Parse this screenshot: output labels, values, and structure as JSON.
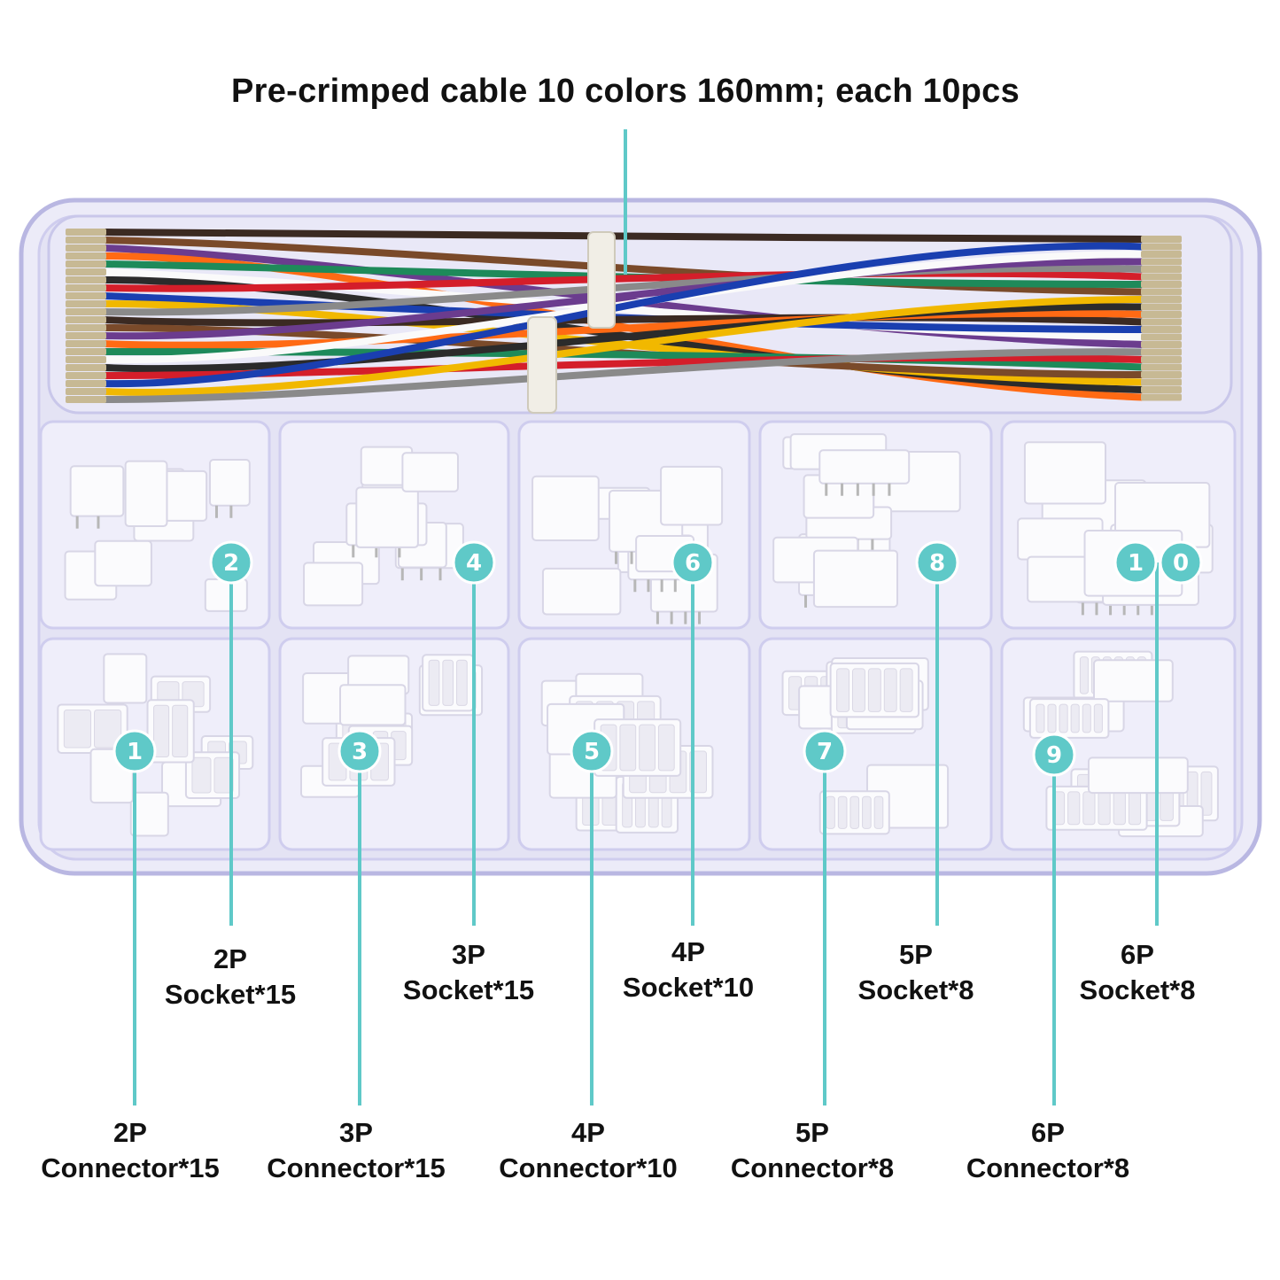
{
  "title": "Pre-crimped cable 10 colors 160mm; each 10pcs",
  "accent_color": "#5fc9c8",
  "wire_colors": [
    "#3b2a22",
    "#7a4a2a",
    "#6b3c8e",
    "#ff6a14",
    "#1e8a5a",
    "#ffffff",
    "#2b2b2b",
    "#d41e2a",
    "#1a3fb0",
    "#f1b800",
    "#8a8a8a"
  ],
  "badges": [
    "1",
    "2",
    "3",
    "4",
    "5",
    "6",
    "7",
    "8",
    "9",
    "1",
    "0"
  ],
  "sockets": [
    {
      "size": "2P",
      "name": "Socket*15"
    },
    {
      "size": "3P",
      "name": "Socket*15"
    },
    {
      "size": "4P",
      "name": "Socket*10"
    },
    {
      "size": "5P",
      "name": "Socket*8"
    },
    {
      "size": "6P",
      "name": "Socket*8"
    }
  ],
  "connectors": [
    {
      "size": "2P",
      "name": "Connector*15"
    },
    {
      "size": "3P",
      "name": "Connector*15"
    },
    {
      "size": "4P",
      "name": "Connector*10"
    },
    {
      "size": "5P",
      "name": "Connector*8"
    },
    {
      "size": "6P",
      "name": "Connector*8"
    }
  ]
}
